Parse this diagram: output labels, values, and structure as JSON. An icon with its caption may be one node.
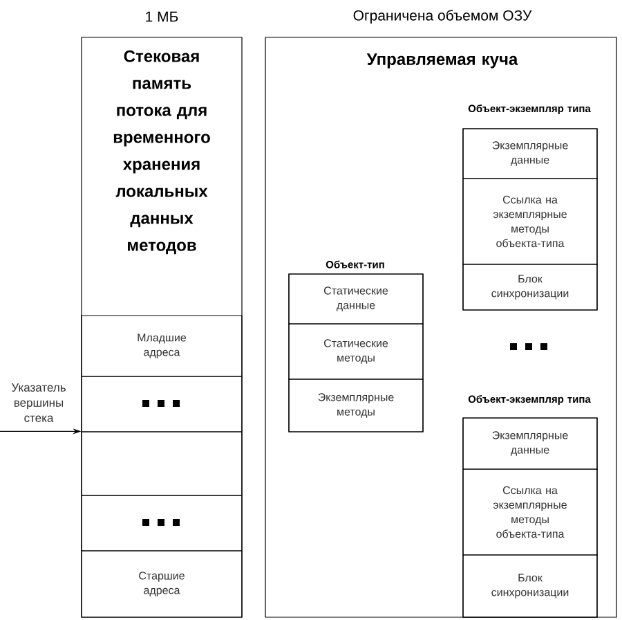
{
  "diagram": {
    "nodes": [
      {
        "text": [
          "1 МБ",
          "Стековая память потока для временного хранения локальных данных методов"
        ]
      },
      {
        "text": [
          "Младшие адреса"
        ],
        "in": 0
      },
      {
        "text": [],
        "shape": "box",
        "in": 0
      },
      {
        "text": [],
        "shape": "box",
        "in": 0
      },
      {
        "text": [],
        "shape": "box",
        "in": 0
      },
      {
        "text": [
          "Старшие адреса"
        ],
        "in": 0
      },
      {
        "text": [
          "Ограничена объемом ОЗУ",
          "Управляемая куча"
        ]
      },
      {
        "text": [
          "Объект-тип"
        ],
        "in": 6
      },
      {
        "text": [
          "Статические данные"
        ],
        "in": 7
      },
      {
        "text": [
          "Статические методы"
        ],
        "in": 7
      },
      {
        "text": [
          "Экземплярные методы"
        ],
        "in": 7
      },
      {
        "text": [
          "Объект-экземпляр типа"
        ],
        "in": 6
      },
      {
        "text": [
          "Экземплярные данные"
        ],
        "in": 11
      },
      {
        "text": [
          "Ссылка на экземплярные методы объекта-типа"
        ],
        "in": 11
      },
      {
        "text": [
          "Блок синхронизации"
        ],
        "in": 11
      },
      {
        "text": [
          "Объект-экземпляр типа"
        ],
        "in": 6
      },
      {
        "text": [
          "Экземплярные данные"
        ],
        "in": 15
      },
      {
        "text": [
          "Ссылка на экземплярные методы объекта-типа"
        ],
        "in": 15
      },
      {
        "text": [
          "Блок синхронизации"
        ],
        "in": 15
      }
    ],
    "edges": [
      {
        "from": null,
        "to": 3,
        "arrow": "to",
        "label": "Указатель вершины стека"
      }
    ]
  }
}
